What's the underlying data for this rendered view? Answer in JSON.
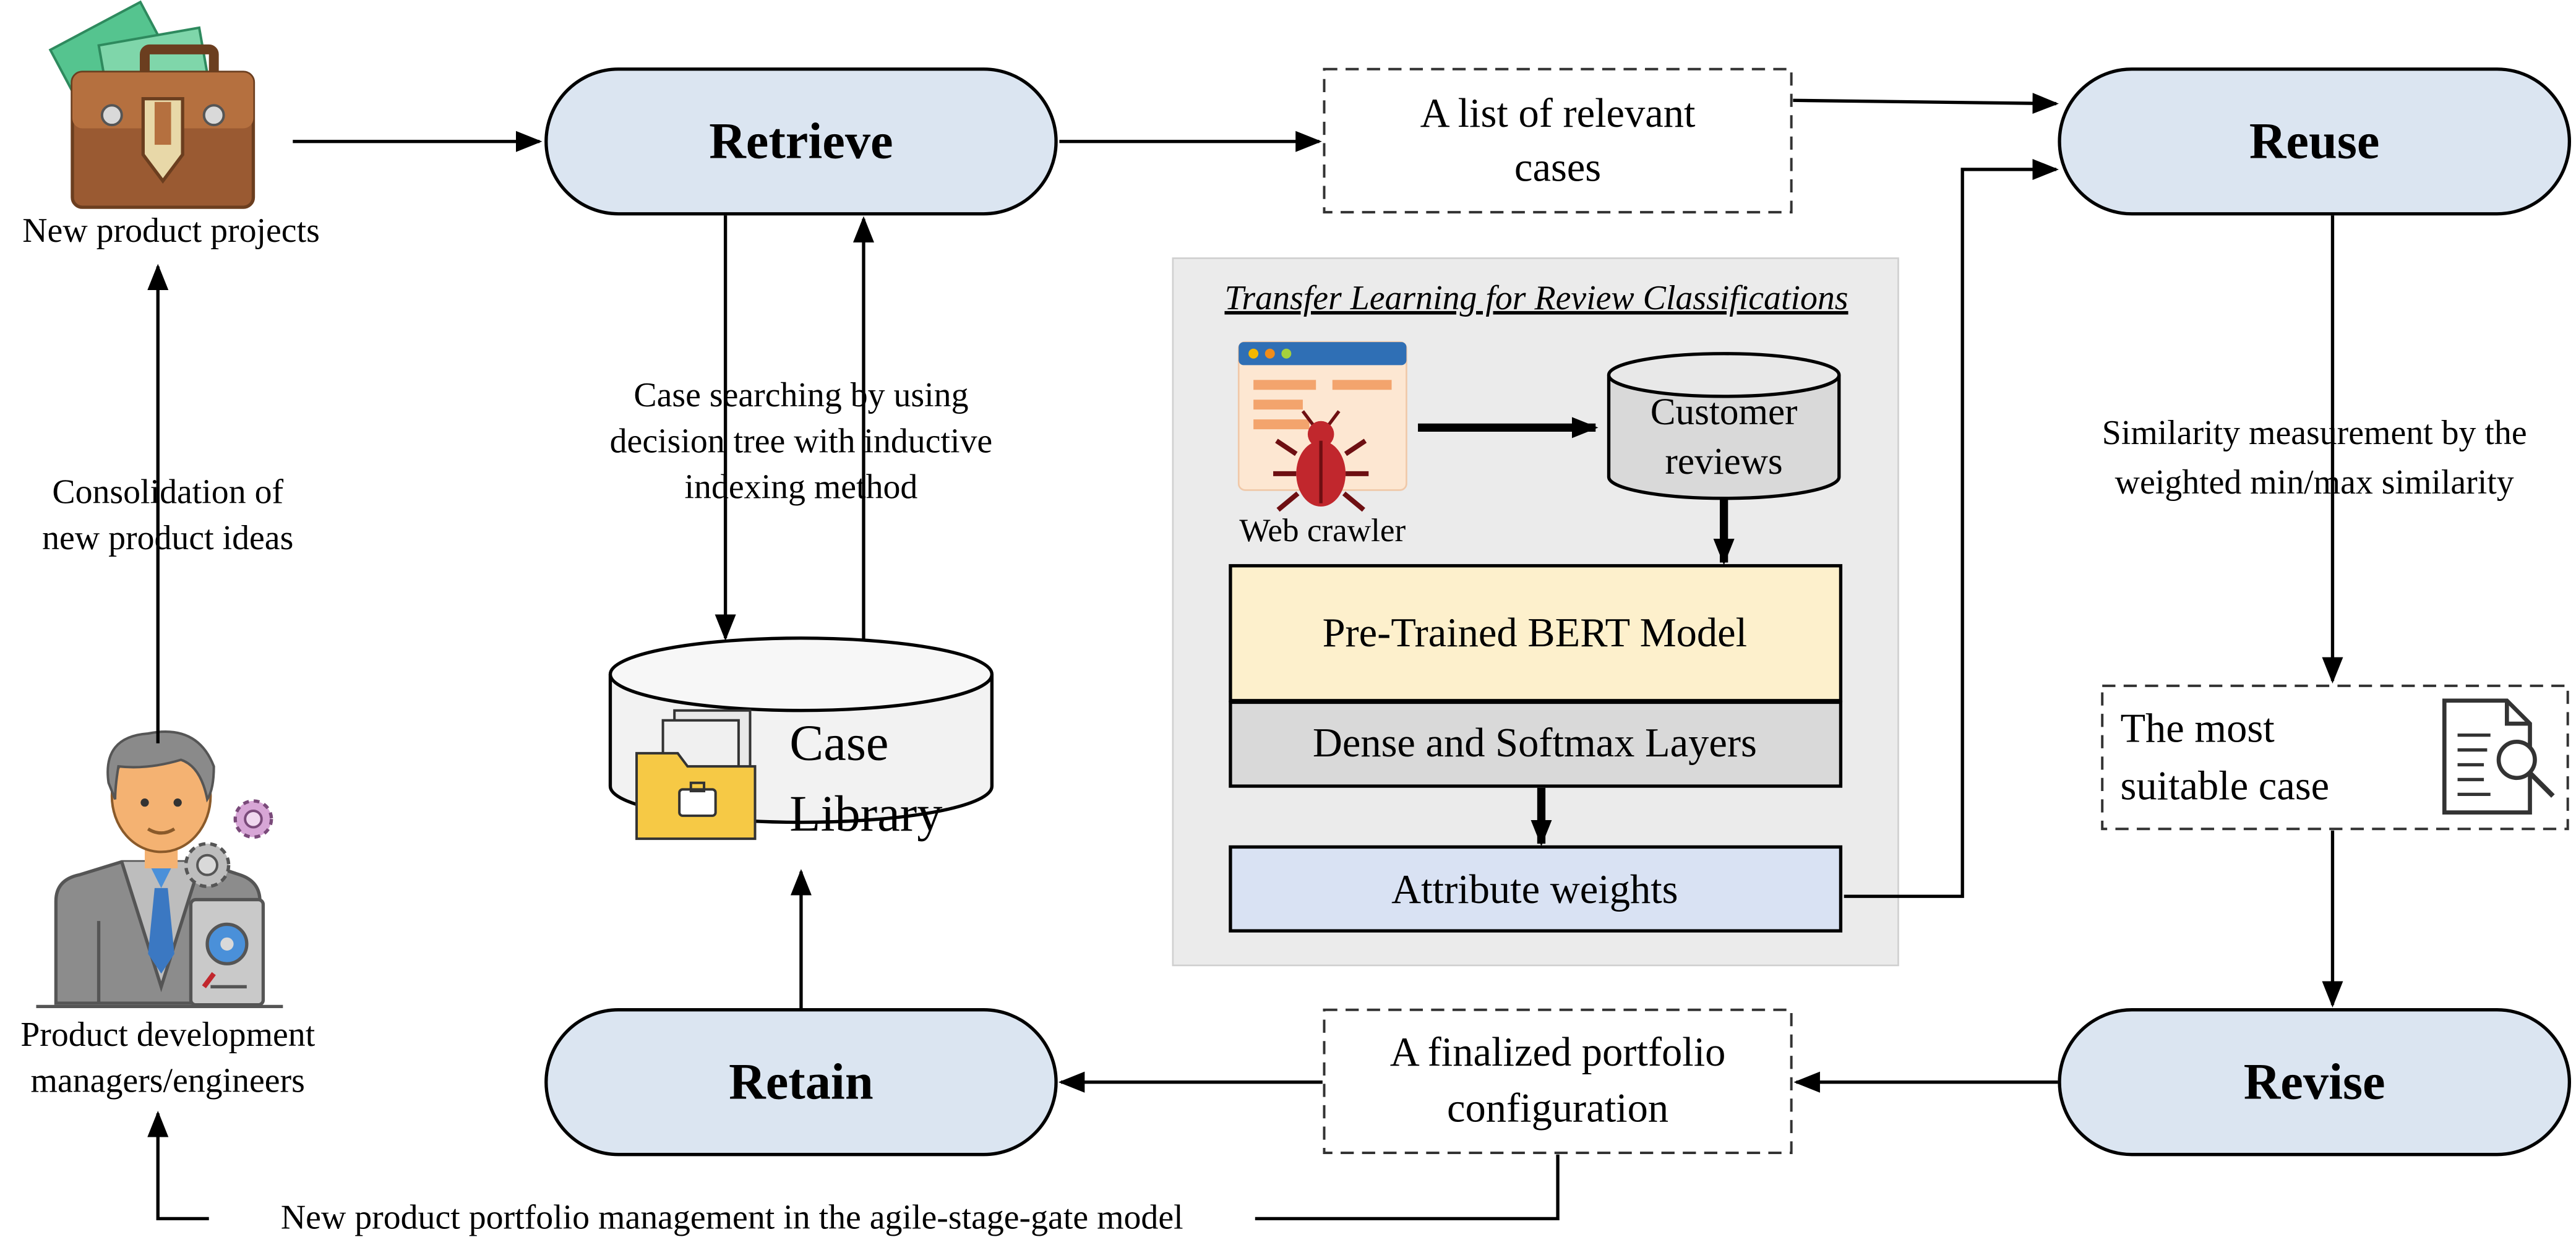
{
  "stages": {
    "retrieve": "Retrieve",
    "reuse": "Reuse",
    "revise": "Revise",
    "retain": "Retain"
  },
  "boxes": {
    "relevant_cases_line1": "A list of relevant",
    "relevant_cases_line2": "cases",
    "finalized_line1": "A finalized portfolio",
    "finalized_line2": "configuration",
    "suitable_line1": "The most",
    "suitable_line2": "suitable case"
  },
  "labels": {
    "new_projects": "New product projects",
    "consolidation_line1": "Consolidation of",
    "consolidation_line2": "new product ideas",
    "managers_line1": "Product development",
    "managers_line2": "managers/engineers",
    "case_search_line1": "Case searching by using",
    "case_search_line2": "decision tree with inductive",
    "case_search_line3": "indexing method",
    "similarity_line1": "Similarity measurement by the",
    "similarity_line2": "weighted min/max similarity",
    "portfolio_mgmt": "New product portfolio management in the agile-stage-gate model",
    "case_library_line1": "Case",
    "case_library_line2": "Library"
  },
  "transfer": {
    "title": "Transfer Learning for Review Classifications",
    "web_crawler": "Web crawler",
    "customer_reviews_line1": "Customer",
    "customer_reviews_line2": "reviews",
    "bert": "Pre-Trained BERT Model",
    "dense": "Dense and Softmax Layers",
    "attribute_weights": "Attribute weights"
  },
  "icons": [
    "briefcase-icon",
    "manager-icon",
    "gear-icon",
    "folder-icon",
    "web-crawler-icon",
    "document-search-icon"
  ],
  "colors": {
    "stage_fill": "#dbe5f1",
    "panel_fill": "#ebebeb",
    "bert_fill": "#fdf0cc",
    "dense_fill": "#d9d9d9",
    "weights_fill": "#d9e2f3"
  }
}
